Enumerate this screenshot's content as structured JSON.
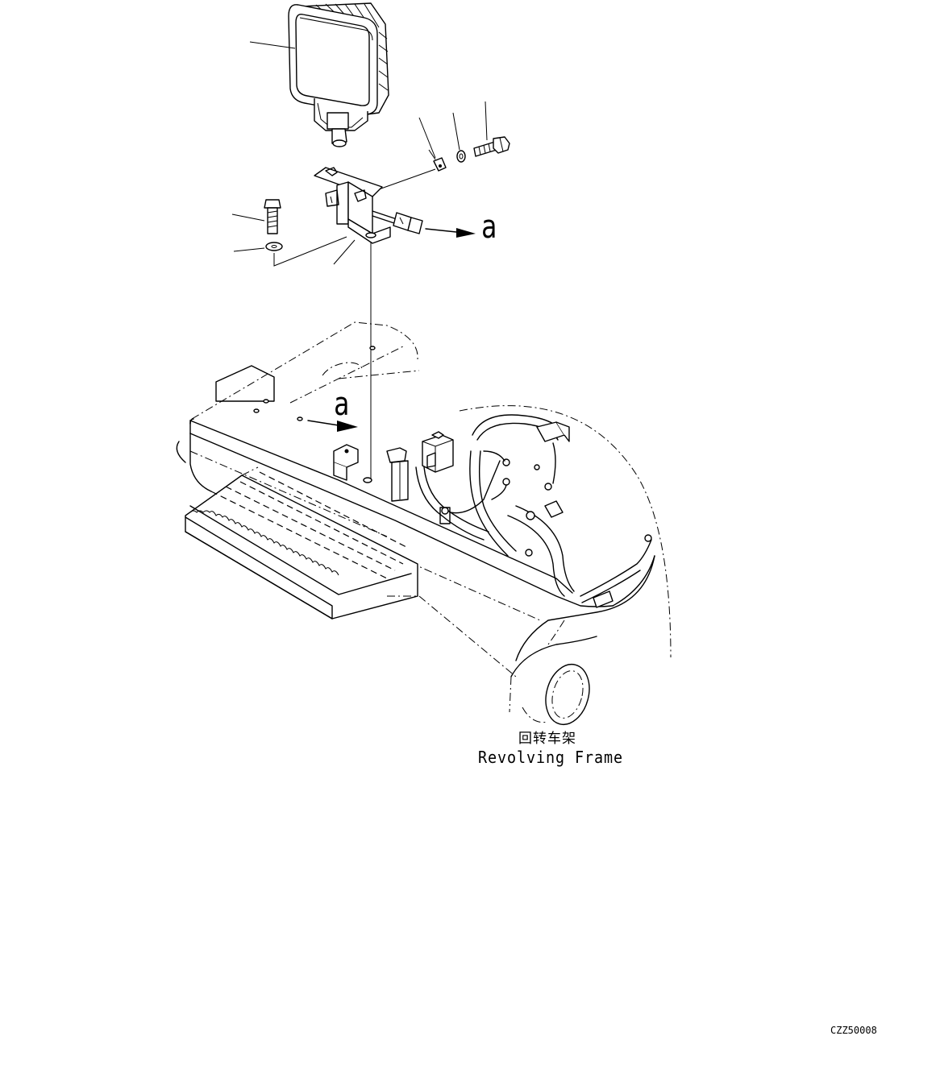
{
  "diagram": {
    "callout_top": "a",
    "callout_frame": "a",
    "frame_label_cn": "回转车架",
    "frame_label_en": "Revolving Frame",
    "figure_code": "CZZ50008"
  }
}
